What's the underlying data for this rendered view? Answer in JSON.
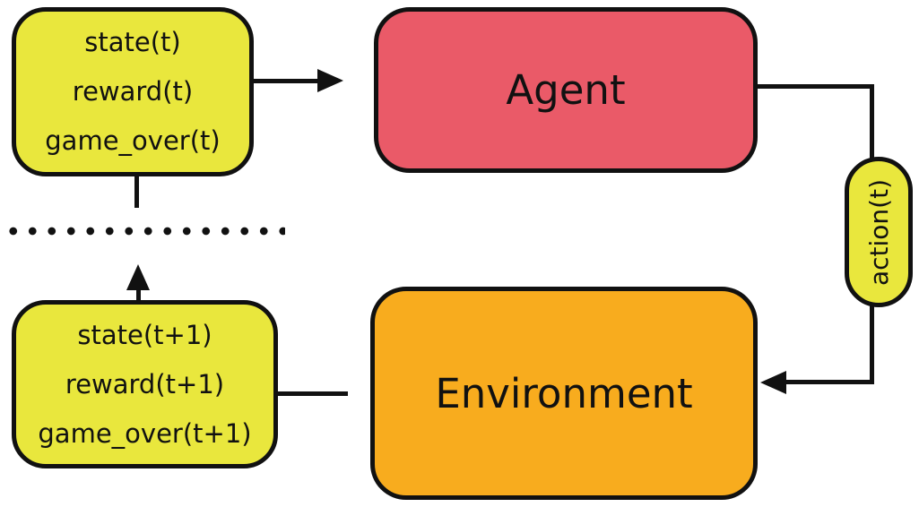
{
  "colors": {
    "box_yellow": "#e9e73d",
    "box_red": "#ea5a68",
    "box_orange": "#f8ac1e",
    "line_black": "#111111"
  },
  "nodes": {
    "current_signals": {
      "lines": [
        "state(t)",
        "reward(t)",
        "game_over(t)"
      ]
    },
    "agent": {
      "label": "Agent"
    },
    "action": {
      "label": "action(t)"
    },
    "environment": {
      "label": "Environment"
    },
    "next_signals": {
      "lines": [
        "state(t+1)",
        "reward(t+1)",
        "game_over(t+1)"
      ]
    }
  }
}
